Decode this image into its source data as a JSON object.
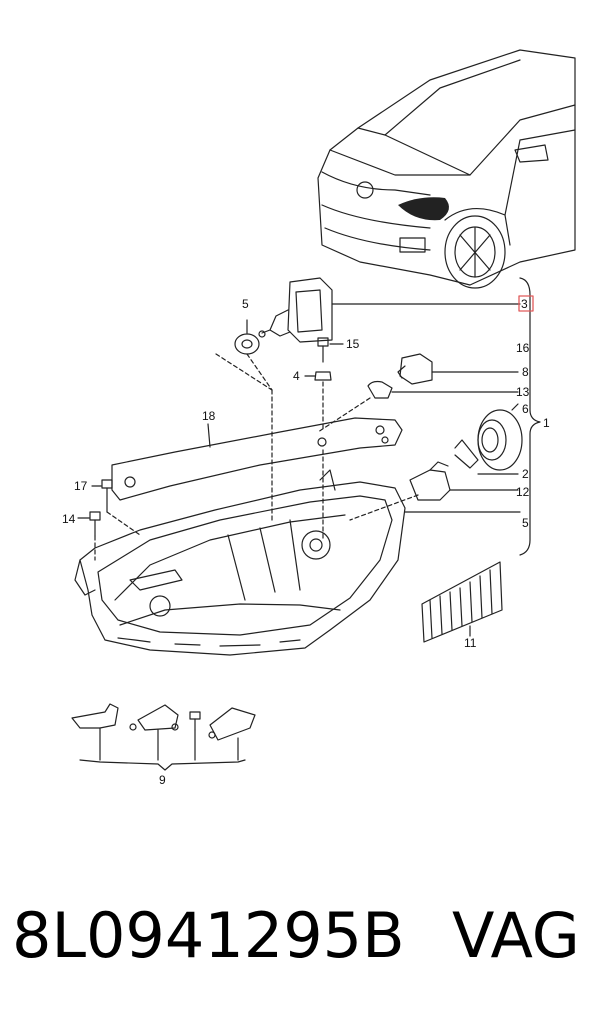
{
  "callouts": {
    "c1": "1",
    "c2": "2",
    "c3": "3",
    "c4": "4",
    "c5": "5",
    "c5b": "5",
    "c6": "6",
    "c8": "8",
    "c9": "9",
    "c11": "11",
    "c12": "12",
    "c13": "13",
    "c14": "14",
    "c15": "15",
    "c16": "16",
    "c17": "17",
    "c18": "18"
  },
  "footer": {
    "part_number": "8L0941295B",
    "brand": "VAG"
  },
  "colors": {
    "line": "#222222",
    "highlight_box": "#e05a5a"
  }
}
